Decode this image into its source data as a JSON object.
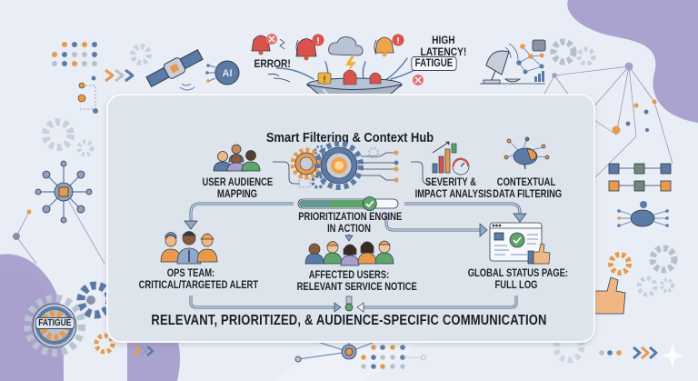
{
  "diagram": {
    "hub_title": "Smart Filtering & Context Hub",
    "incoming_alerts": {
      "error_label": "ERROR!",
      "latency_label": "HIGH\nLATENCY!",
      "latency_line1": "HIGH",
      "latency_line2": "LATENCY!",
      "fatigue_badge": "FATIGUE"
    },
    "hub_components": [
      {
        "id": "audience",
        "line1": "USER AUDIENCE",
        "line2": "MAPPING",
        "icon": "people-group-icon"
      },
      {
        "id": "severity",
        "line1": "SEVERITY &",
        "line2": "IMPACT ANALYSIS",
        "icon": "bar-chart-gauge-icon"
      },
      {
        "id": "context",
        "line1": "CONTEXTUAL",
        "line2": "DATA FILTERING",
        "icon": "brain-network-icon"
      }
    ],
    "engine": {
      "line1": "PRIORITIZATION ENGINE",
      "line2": "IN ACTION",
      "progress": 0.72,
      "icon": "gear-cog-icon"
    },
    "outputs": [
      {
        "id": "ops",
        "line1": "OPS TEAM:",
        "line2": "CRITICAL/TARGETED ALERT",
        "icon": "ops-team-icon"
      },
      {
        "id": "users",
        "line1": "AFFECTED USERS:",
        "line2": "RELEVANT SERVICE NOTICE",
        "icon": "users-group-icon"
      },
      {
        "id": "status",
        "line1": "GLOBAL STATUS PAGE:",
        "line2": "FULL LOG",
        "icon": "status-page-icon"
      }
    ],
    "footer": "RELEVANT, PRIORITIZED, & AUDIENCE-SPECIFIC COMMUNICATION",
    "decor": {
      "fatigue_gear_label": "FATIGUE"
    }
  },
  "colors": {
    "background": "#e9eef6",
    "panel": "#dde4ec",
    "blob_purple": "#aaa3d0",
    "accent_orange": "#e8994a",
    "accent_blue": "#5b7aa6",
    "alert_red": "#d9534a",
    "success_green": "#5fa56a",
    "text_dark": "#1e2228"
  }
}
